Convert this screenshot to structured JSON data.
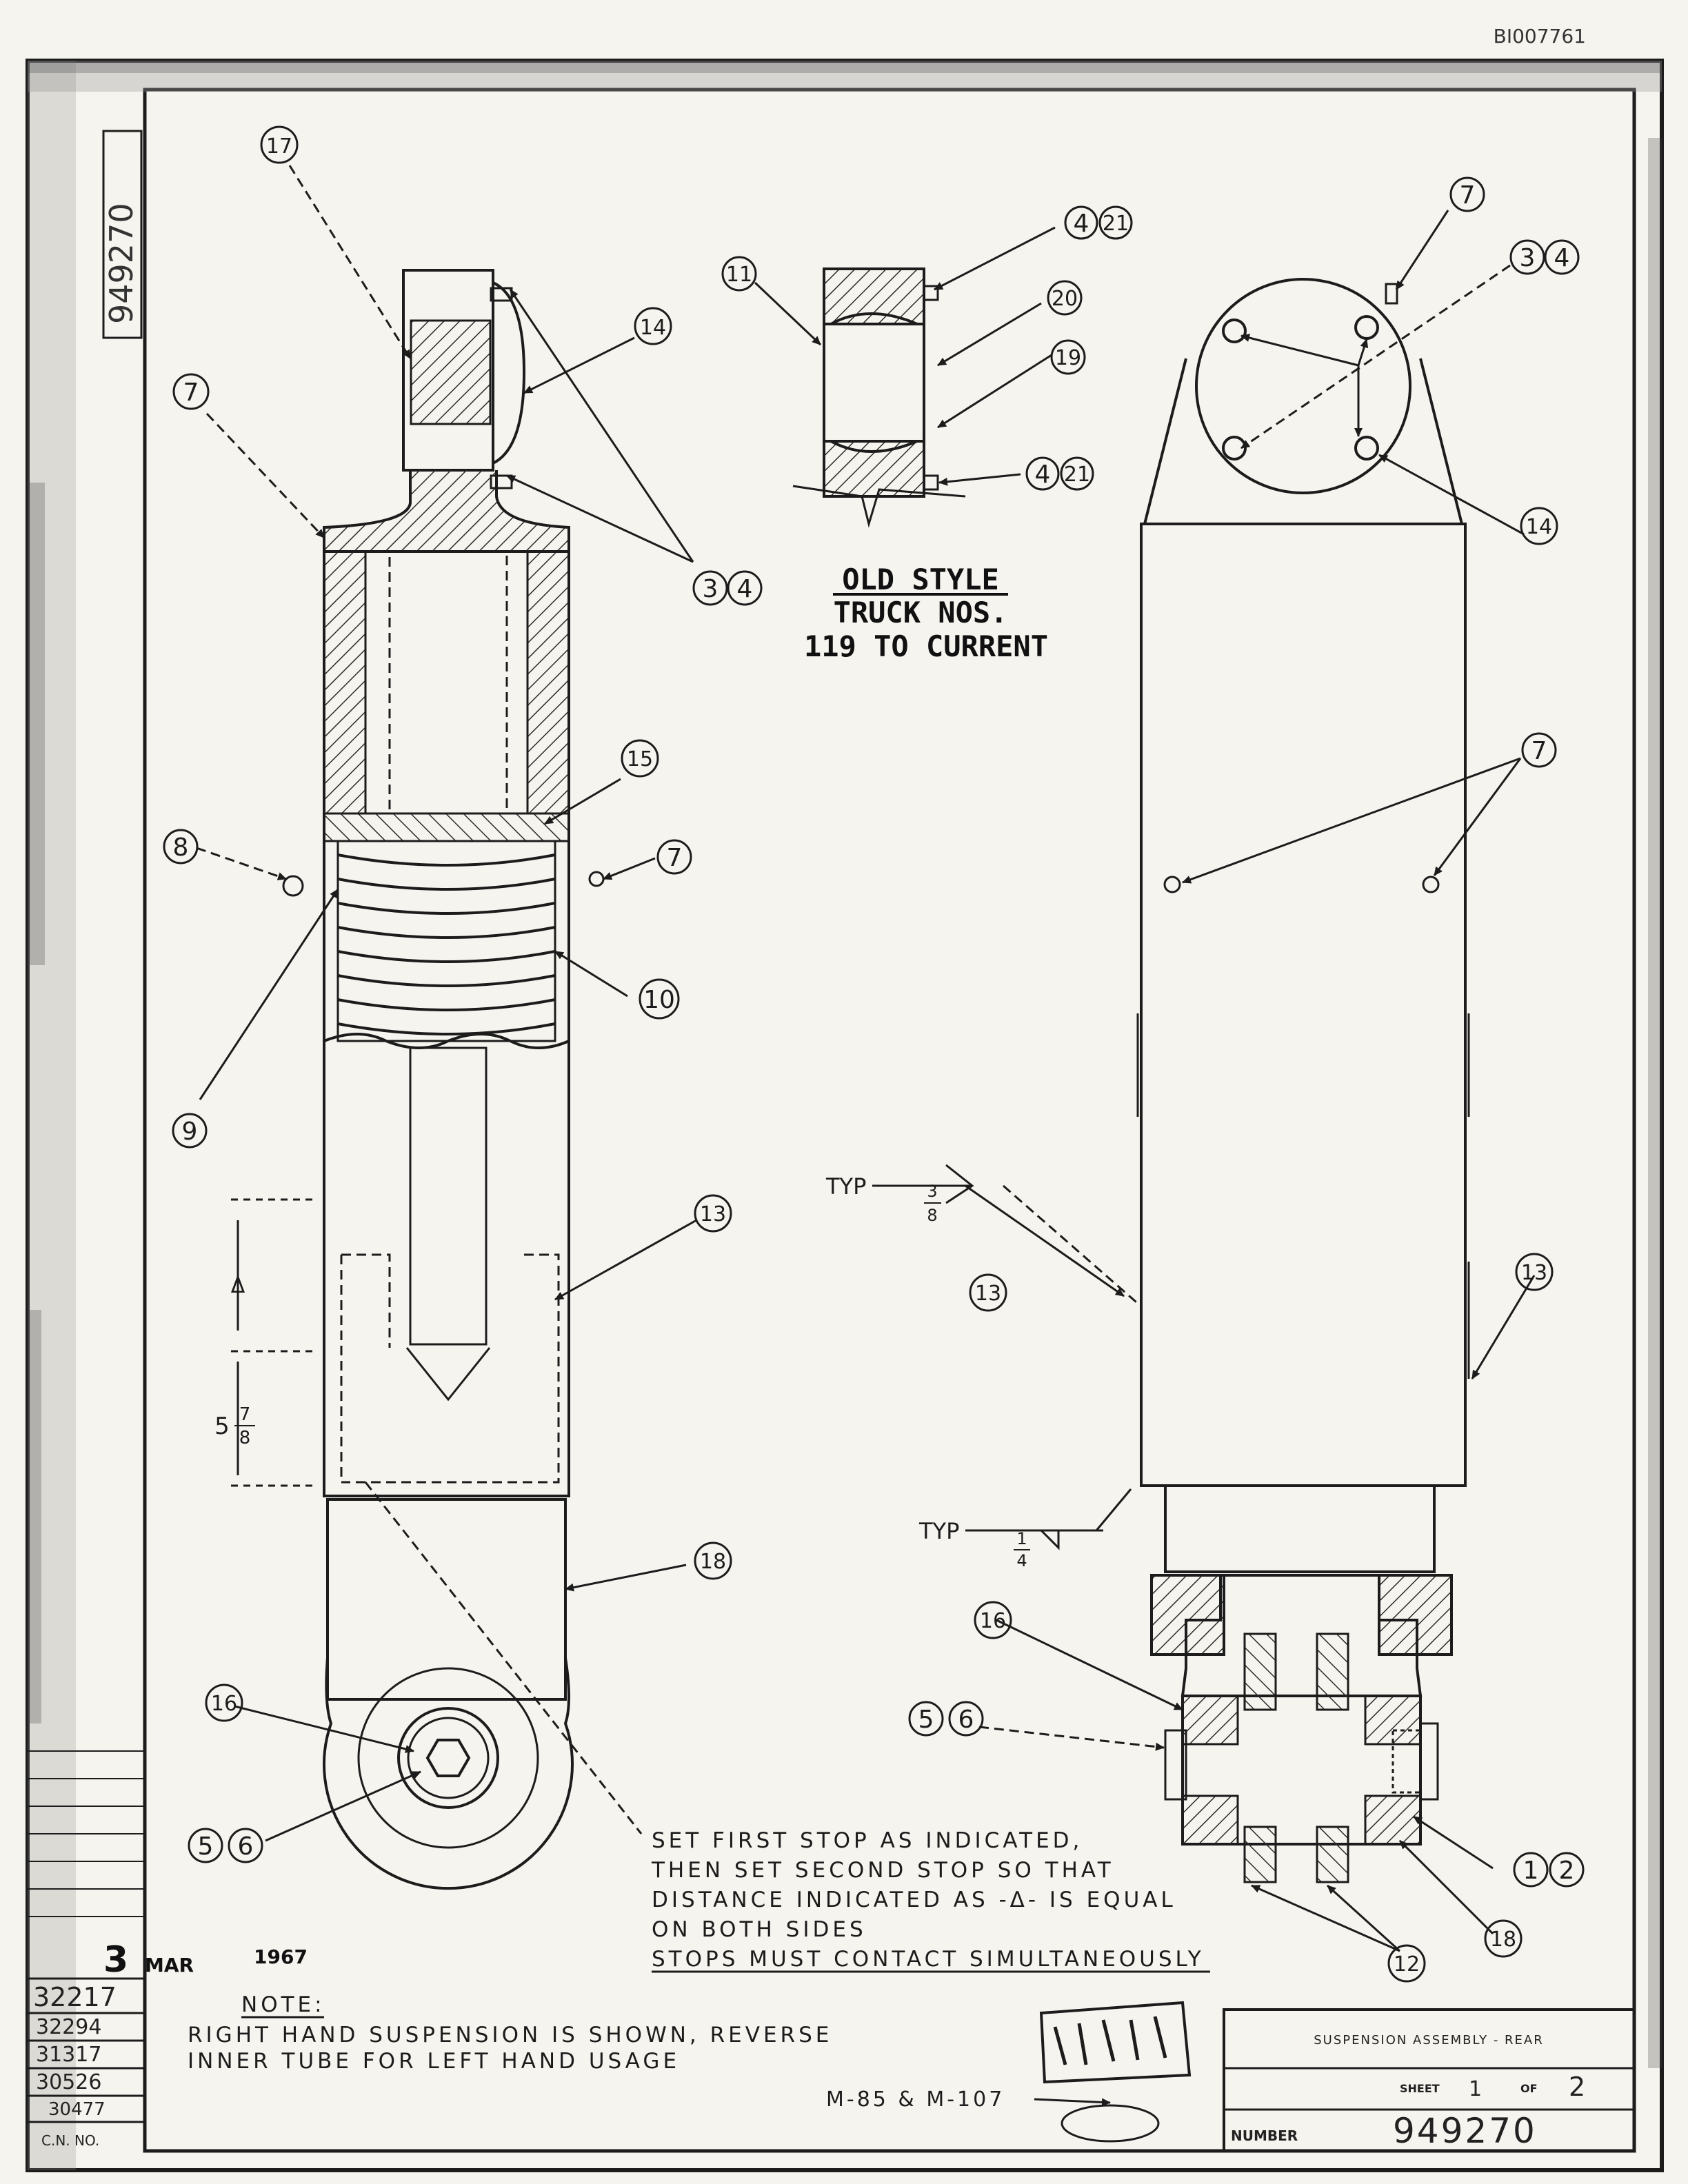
{
  "page": {
    "doc_id": "BI007761",
    "side_number": "949270"
  },
  "labels": {
    "n3": "3",
    "n4": "4",
    "n5": "5",
    "n6": "6",
    "n7": "7",
    "n8": "8",
    "n9": "9",
    "n10": "10",
    "n11": "11",
    "n12": "12",
    "n13": "13",
    "n14": "14",
    "n15": "15",
    "n16": "16",
    "n17": "17",
    "n18": "18",
    "n19": "19",
    "n20": "20",
    "n1": "1",
    "n2": "2",
    "n21": "21"
  },
  "old_style": {
    "line1": "OLD STYLE",
    "line2": "TRUCK NOS.",
    "line3": "119 TO CURRENT"
  },
  "dims": {
    "typ": "TYP",
    "frac_3": "3",
    "frac_8": "8",
    "frac_1": "1",
    "frac_4": "4",
    "delta": "Δ",
    "five": "5",
    "seven": "7",
    "eight": "8"
  },
  "stop_note": {
    "line1": "SET FIRST STOP AS INDICATED,",
    "line2": "THEN SET SECOND STOP SO THAT",
    "line3": "DISTANCE INDICATED AS -Δ- IS EQUAL",
    "line4": "ON BOTH SIDES",
    "line5": "STOPS MUST CONTACT SIMULTANEOUSLY"
  },
  "note": {
    "heading": "NOTE:",
    "line1": "RIGHT HAND SUSPENSION IS SHOWN, REVERSE",
    "line2": "INNER TUBE FOR LEFT HAND USAGE"
  },
  "models": "M-85 & M-107",
  "revision": {
    "day": "3",
    "month": "MAR",
    "year": "1967",
    "entries": [
      "32217",
      "32294",
      "31317",
      "30526",
      "30477"
    ],
    "footer": "C.N. NO."
  },
  "title_block": {
    "title": "SUSPENSION ASSEMBLY - REAR",
    "sheet_label": "SHEET",
    "sheet": "1",
    "of_label": "OF",
    "of": "2",
    "number_label": "NUMBER",
    "number": "949270"
  }
}
